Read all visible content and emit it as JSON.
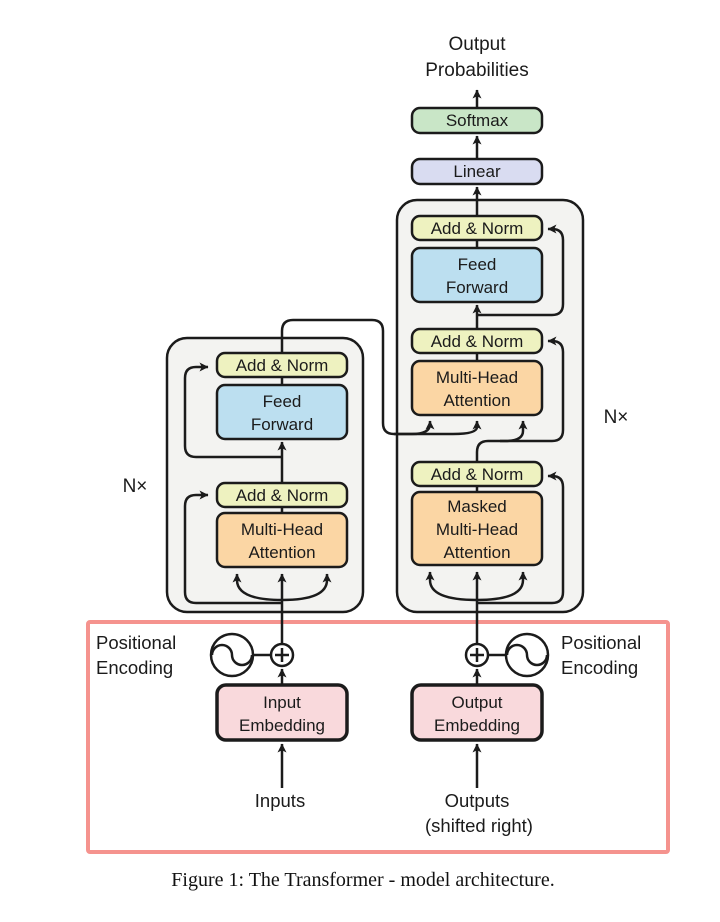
{
  "figure": {
    "caption": "Figure 1: The Transformer - model architecture.",
    "output": {
      "line1": "Output",
      "line2": "Probabilities"
    },
    "blocks": {
      "softmax": "Softmax",
      "linear": "Linear",
      "add_norm": "Add & Norm",
      "feed_forward": {
        "line1": "Feed",
        "line2": "Forward"
      },
      "multi_head_attention": {
        "line1": "Multi-Head",
        "line2": "Attention"
      },
      "masked_multi_head_attention": {
        "line1": "Masked",
        "line2": "Multi-Head",
        "line3": "Attention"
      },
      "input_embedding": {
        "line1": "Input",
        "line2": "Embedding"
      },
      "output_embedding": {
        "line1": "Output",
        "line2": "Embedding"
      }
    },
    "labels": {
      "n_times": "N×",
      "positional_encoding": {
        "line1": "Positional",
        "line2": "Encoding"
      },
      "inputs": "Inputs",
      "outputs": {
        "line1": "Outputs",
        "line2": "(shifted right)"
      }
    },
    "colors": {
      "add_norm": "#eef2c0",
      "feed_forward": "#bcdff0",
      "attention": "#fbd6a4",
      "softmax": "#c9e6c7",
      "linear": "#d9dcf1",
      "embedding": "#f9d9dc",
      "block_bg": "#f3f3f1",
      "highlight_border": "#f5938e"
    }
  }
}
